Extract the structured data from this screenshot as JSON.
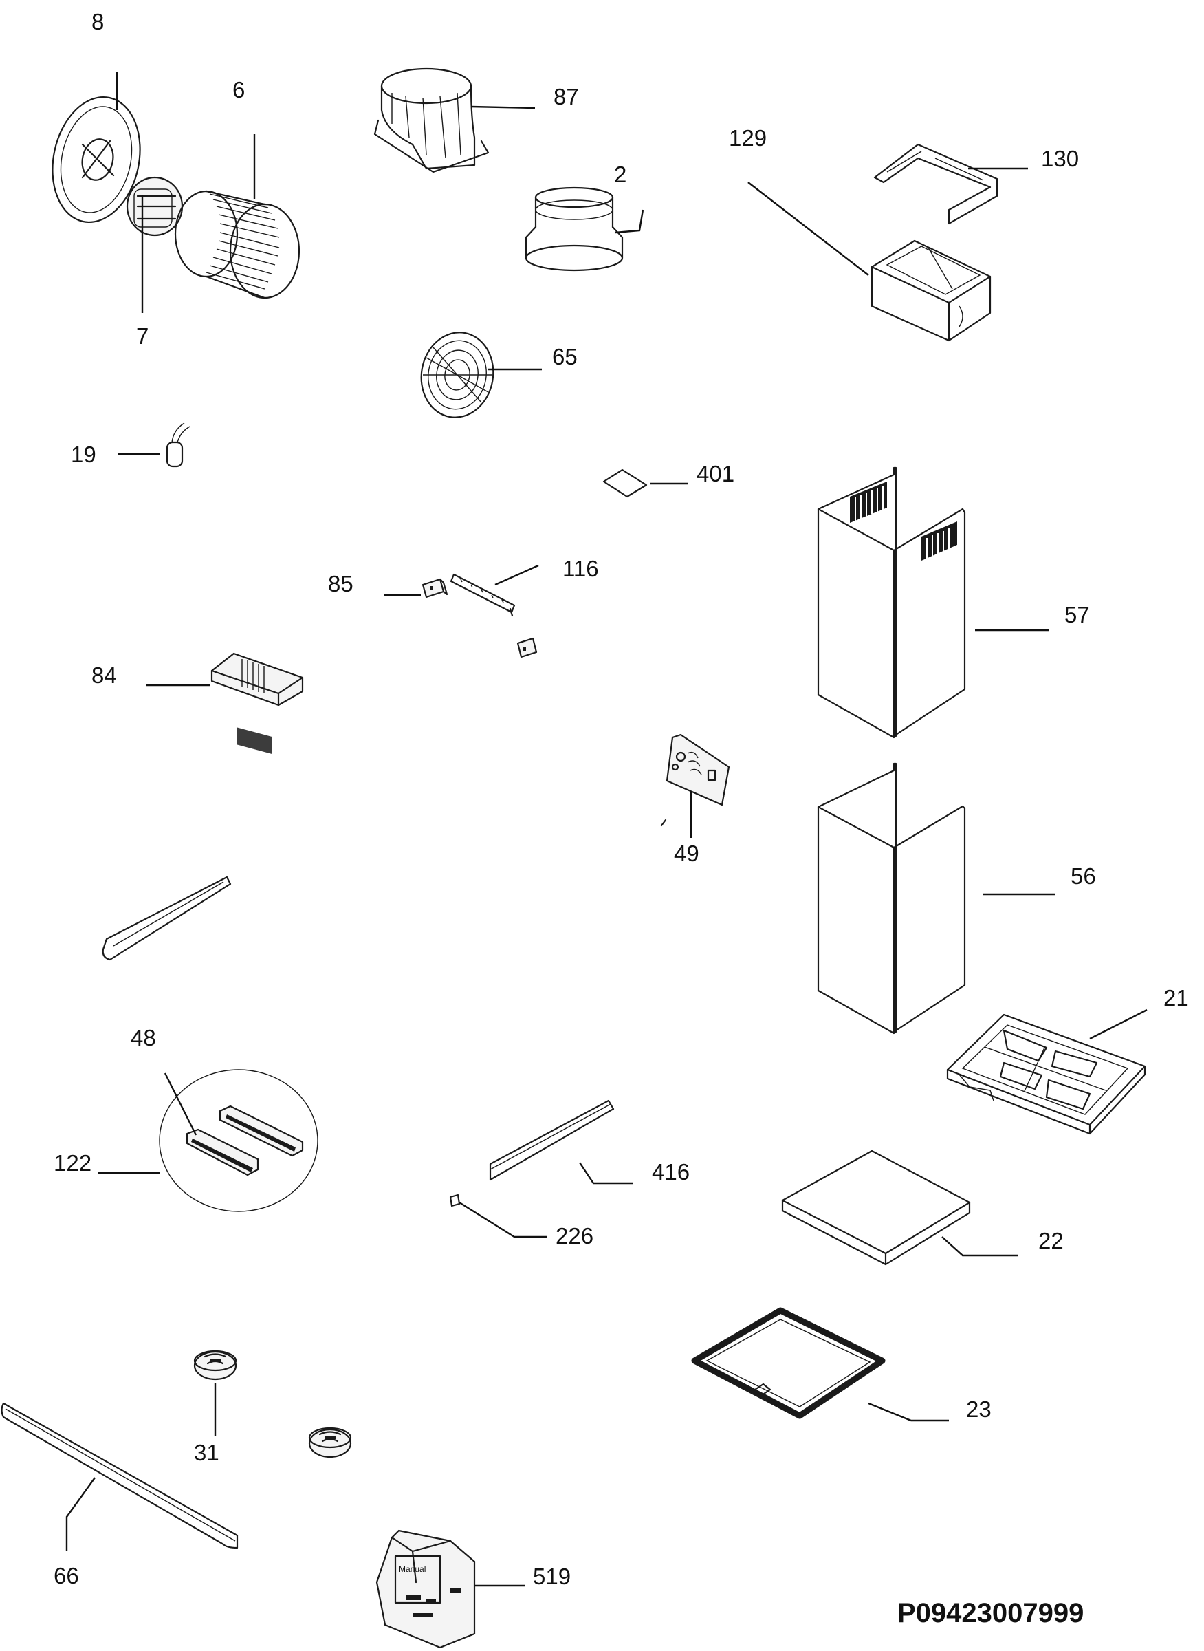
{
  "diagram": {
    "reference_code": "P09423007999",
    "parts": [
      {
        "id": "8"
      },
      {
        "id": "6"
      },
      {
        "id": "7"
      },
      {
        "id": "87"
      },
      {
        "id": "2"
      },
      {
        "id": "129"
      },
      {
        "id": "130"
      },
      {
        "id": "65"
      },
      {
        "id": "19"
      },
      {
        "id": "401"
      },
      {
        "id": "85"
      },
      {
        "id": "116"
      },
      {
        "id": "57"
      },
      {
        "id": "84"
      },
      {
        "id": "49"
      },
      {
        "id": "56"
      },
      {
        "id": "21"
      },
      {
        "id": "48"
      },
      {
        "id": "122"
      },
      {
        "id": "416"
      },
      {
        "id": "226"
      },
      {
        "id": "22"
      },
      {
        "id": "23"
      },
      {
        "id": "31"
      },
      {
        "id": "66"
      },
      {
        "id": "519"
      }
    ],
    "bag_text": "Manual"
  }
}
